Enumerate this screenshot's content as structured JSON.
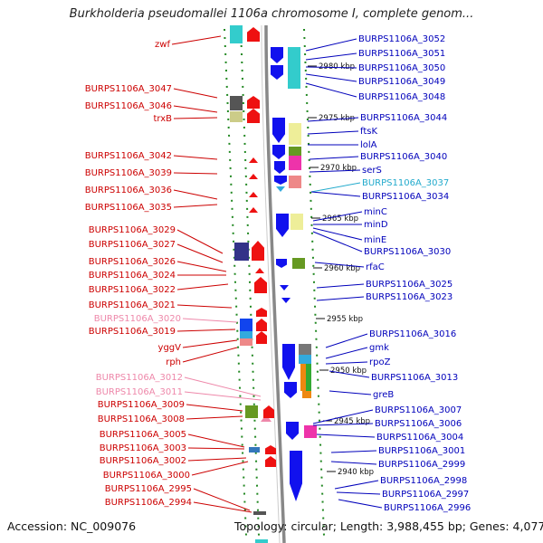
{
  "title": "Burkholderia pseudomallei 1106a chromosome I, complete genom...",
  "footer": {
    "accession": "Accession: NC_009076",
    "topology": "Topology: circular; Length: 3,988,455 bp; Genes: 4,077"
  },
  "colors": {
    "left_label": "#cc0000",
    "right_label": "#0000bb",
    "pink_label": "#ee88aa",
    "cyan_label": "#22aacc",
    "backbone": "#888888",
    "tick": "#228822"
  },
  "kbp_marks": [
    "2980 kbp",
    "2975 kbp",
    "2970 kbp",
    "2965 kbp",
    "2960 kbp",
    "2955 kbp",
    "2950 kbp",
    "2945 kbp",
    "2940 kbp"
  ],
  "left_genes": [
    {
      "label": "zwf",
      "color": "red"
    },
    {
      "label": "BURPS1106A_3047",
      "color": "red"
    },
    {
      "label": "BURPS1106A_3046",
      "color": "red"
    },
    {
      "label": "trxB",
      "color": "red"
    },
    {
      "label": "BURPS1106A_3042",
      "color": "red"
    },
    {
      "label": "BURPS1106A_3039",
      "color": "red"
    },
    {
      "label": "BURPS1106A_3036",
      "color": "red"
    },
    {
      "label": "BURPS1106A_3035",
      "color": "red"
    },
    {
      "label": "BURPS1106A_3029",
      "color": "red"
    },
    {
      "label": "BURPS1106A_3027",
      "color": "red"
    },
    {
      "label": "BURPS1106A_3026",
      "color": "red"
    },
    {
      "label": "BURPS1106A_3024",
      "color": "red"
    },
    {
      "label": "BURPS1106A_3022",
      "color": "red"
    },
    {
      "label": "BURPS1106A_3021",
      "color": "red"
    },
    {
      "label": "BURPS1106A_3020",
      "color": "pink"
    },
    {
      "label": "BURPS1106A_3019",
      "color": "red"
    },
    {
      "label": "yggV",
      "color": "red"
    },
    {
      "label": "rph",
      "color": "red"
    },
    {
      "label": "BURPS1106A_3012",
      "color": "pink"
    },
    {
      "label": "BURPS1106A_3011",
      "color": "pink"
    },
    {
      "label": "BURPS1106A_3009",
      "color": "red"
    },
    {
      "label": "BURPS1106A_3008",
      "color": "red"
    },
    {
      "label": "BURPS1106A_3005",
      "color": "red"
    },
    {
      "label": "BURPS1106A_3003",
      "color": "red"
    },
    {
      "label": "BURPS1106A_3002",
      "color": "red"
    },
    {
      "label": "BURPS1106A_3000",
      "color": "red"
    },
    {
      "label": "BURPS1106A_2995",
      "color": "red"
    },
    {
      "label": "BURPS1106A_2994",
      "color": "red"
    }
  ],
  "right_genes": [
    {
      "label": "BURPS1106A_3052",
      "color": "blue"
    },
    {
      "label": "BURPS1106A_3051",
      "color": "blue"
    },
    {
      "label": "BURPS1106A_3050",
      "color": "blue"
    },
    {
      "label": "BURPS1106A_3049",
      "color": "blue"
    },
    {
      "label": "BURPS1106A_3048",
      "color": "blue"
    },
    {
      "label": "BURPS1106A_3044",
      "color": "blue"
    },
    {
      "label": "ftsK",
      "color": "blue"
    },
    {
      "label": "lolA",
      "color": "blue"
    },
    {
      "label": "BURPS1106A_3040",
      "color": "blue"
    },
    {
      "label": "serS",
      "color": "blue"
    },
    {
      "label": "BURPS1106A_3037",
      "color": "cyan"
    },
    {
      "label": "BURPS1106A_3034",
      "color": "blue"
    },
    {
      "label": "minC",
      "color": "blue"
    },
    {
      "label": "minD",
      "color": "blue"
    },
    {
      "label": "minE",
      "color": "blue"
    },
    {
      "label": "BURPS1106A_3030",
      "color": "blue"
    },
    {
      "label": "rfaC",
      "color": "blue"
    },
    {
      "label": "BURPS1106A_3025",
      "color": "blue"
    },
    {
      "label": "BURPS1106A_3023",
      "color": "blue"
    },
    {
      "label": "BURPS1106A_3016",
      "color": "blue"
    },
    {
      "label": "gmk",
      "color": "blue"
    },
    {
      "label": "rpoZ",
      "color": "blue"
    },
    {
      "label": "BURPS1106A_3013",
      "color": "blue"
    },
    {
      "label": "greB",
      "color": "blue"
    },
    {
      "label": "BURPS1106A_3007",
      "color": "blue"
    },
    {
      "label": "BURPS1106A_3006",
      "color": "blue"
    },
    {
      "label": "BURPS1106A_3004",
      "color": "blue"
    },
    {
      "label": "BURPS1106A_3001",
      "color": "blue"
    },
    {
      "label": "BURPS1106A_2999",
      "color": "blue"
    },
    {
      "label": "BURPS1106A_2998",
      "color": "blue"
    },
    {
      "label": "BURPS1106A_2997",
      "color": "blue"
    },
    {
      "label": "BURPS1106A_2996",
      "color": "blue"
    }
  ]
}
